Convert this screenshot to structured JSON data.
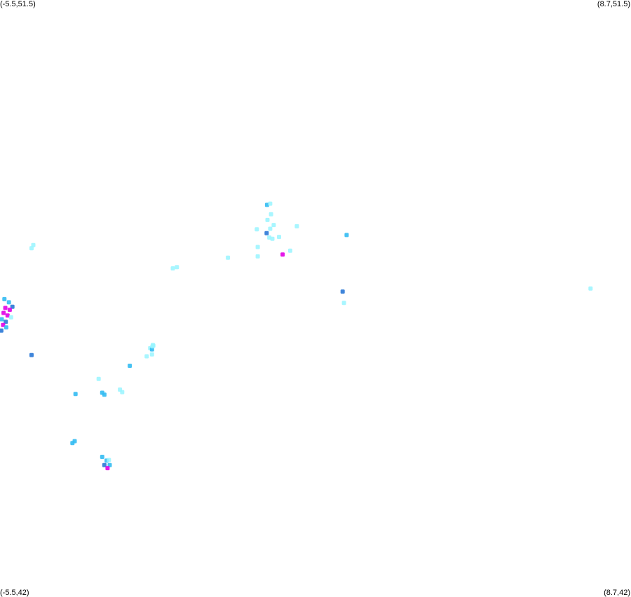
{
  "corners": {
    "top_left": "(-5.5,51.5)",
    "top_right": "(8.7,51.5)",
    "bottom_left": "(-5.5,42)",
    "bottom_right": "(8.7,42)"
  },
  "map": {
    "lon_range": [
      -5.5,
      8.7
    ],
    "lat_range": [
      42,
      51.5
    ],
    "background": "#ffffff",
    "colors": {
      "light": "#99f5ff",
      "medium": "#33bbf2",
      "dark": "#2a78d6",
      "magenta": "#e100e6"
    },
    "points": [
      {
        "lon": 0.56,
        "lat": 47.72,
        "c": "light"
      },
      {
        "lon": 0.63,
        "lat": 47.7,
        "c": "light"
      },
      {
        "lon": 0.78,
        "lat": 47.73,
        "c": "light"
      },
      {
        "lon": 0.86,
        "lat": 47.45,
        "c": "magenta"
      },
      {
        "lon": -0.37,
        "lat": 47.4,
        "c": "light"
      },
      {
        "lon": 0.3,
        "lat": 47.57,
        "c": "light"
      },
      {
        "lon": 0.5,
        "lat": 47.79,
        "c": "dark"
      },
      {
        "lon": 0.58,
        "lat": 47.86,
        "c": "light"
      },
      {
        "lon": 0.66,
        "lat": 47.92,
        "c": "light"
      },
      {
        "lon": 0.52,
        "lat": 48.0,
        "c": "light"
      },
      {
        "lon": 0.6,
        "lat": 48.09,
        "c": "light"
      },
      {
        "lon": 0.51,
        "lat": 48.24,
        "c": "medium"
      },
      {
        "lon": 0.58,
        "lat": 48.26,
        "c": "light"
      },
      {
        "lon": 0.28,
        "lat": 47.85,
        "c": "light"
      },
      {
        "lon": 0.3,
        "lat": 47.42,
        "c": "light"
      },
      {
        "lon": 1.18,
        "lat": 47.9,
        "c": "light"
      },
      {
        "lon": 1.03,
        "lat": 47.51,
        "c": "light"
      },
      {
        "lon": 2.3,
        "lat": 47.76,
        "c": "medium"
      },
      {
        "lon": 2.21,
        "lat": 46.86,
        "c": "dark"
      },
      {
        "lon": 2.24,
        "lat": 46.68,
        "c": "light"
      },
      {
        "lon": 7.79,
        "lat": 46.91,
        "c": "light"
      },
      {
        "lon": -1.61,
        "lat": 47.23,
        "c": "light"
      },
      {
        "lon": -1.52,
        "lat": 47.25,
        "c": "light"
      },
      {
        "lon": -4.79,
        "lat": 47.55,
        "c": "light"
      },
      {
        "lon": -4.75,
        "lat": 47.6,
        "c": "light"
      },
      {
        "lon": -5.4,
        "lat": 46.74,
        "c": "medium"
      },
      {
        "lon": -5.3,
        "lat": 46.69,
        "c": "medium"
      },
      {
        "lon": -5.22,
        "lat": 46.62,
        "c": "dark"
      },
      {
        "lon": -5.38,
        "lat": 46.6,
        "c": "magenta"
      },
      {
        "lon": -5.28,
        "lat": 46.57,
        "c": "magenta"
      },
      {
        "lon": -5.42,
        "lat": 46.52,
        "c": "magenta"
      },
      {
        "lon": -5.33,
        "lat": 46.48,
        "c": "magenta"
      },
      {
        "lon": -5.46,
        "lat": 46.42,
        "c": "medium"
      },
      {
        "lon": -5.37,
        "lat": 46.38,
        "c": "dark"
      },
      {
        "lon": -5.43,
        "lat": 46.33,
        "c": "magenta"
      },
      {
        "lon": -5.36,
        "lat": 46.29,
        "c": "medium"
      },
      {
        "lon": -5.47,
        "lat": 46.24,
        "c": "dark"
      },
      {
        "lon": -5.25,
        "lat": 46.45,
        "c": "light"
      },
      {
        "lon": -4.79,
        "lat": 45.85,
        "c": "dark"
      },
      {
        "lon": -2.12,
        "lat": 45.96,
        "c": "light"
      },
      {
        "lon": -2.05,
        "lat": 46.0,
        "c": "light"
      },
      {
        "lon": -2.08,
        "lat": 45.94,
        "c": "medium"
      },
      {
        "lon": -2.06,
        "lat": 46.01,
        "c": "light"
      },
      {
        "lon": -2.07,
        "lat": 45.99,
        "c": "light"
      },
      {
        "lon": -2.2,
        "lat": 45.83,
        "c": "light"
      },
      {
        "lon": -2.08,
        "lat": 45.86,
        "c": "light"
      },
      {
        "lon": -2.58,
        "lat": 45.68,
        "c": "medium"
      },
      {
        "lon": -3.8,
        "lat": 45.23,
        "c": "medium"
      },
      {
        "lon": -3.28,
        "lat": 45.47,
        "c": "light"
      },
      {
        "lon": -3.2,
        "lat": 45.25,
        "c": "medium"
      },
      {
        "lon": -3.15,
        "lat": 45.22,
        "c": "medium"
      },
      {
        "lon": -2.75,
        "lat": 45.26,
        "c": "light"
      },
      {
        "lon": -2.8,
        "lat": 45.3,
        "c": "light"
      },
      {
        "lon": -3.82,
        "lat": 44.48,
        "c": "medium"
      },
      {
        "lon": -3.87,
        "lat": 44.45,
        "c": "medium"
      },
      {
        "lon": -3.2,
        "lat": 44.23,
        "c": "medium"
      },
      {
        "lon": -3.1,
        "lat": 44.17,
        "c": "medium"
      },
      {
        "lon": -3.05,
        "lat": 44.18,
        "c": "light"
      },
      {
        "lon": -3.15,
        "lat": 44.1,
        "c": "dark"
      },
      {
        "lon": -3.03,
        "lat": 44.1,
        "c": "medium"
      },
      {
        "lon": -3.08,
        "lat": 44.05,
        "c": "magenta"
      }
    ]
  }
}
